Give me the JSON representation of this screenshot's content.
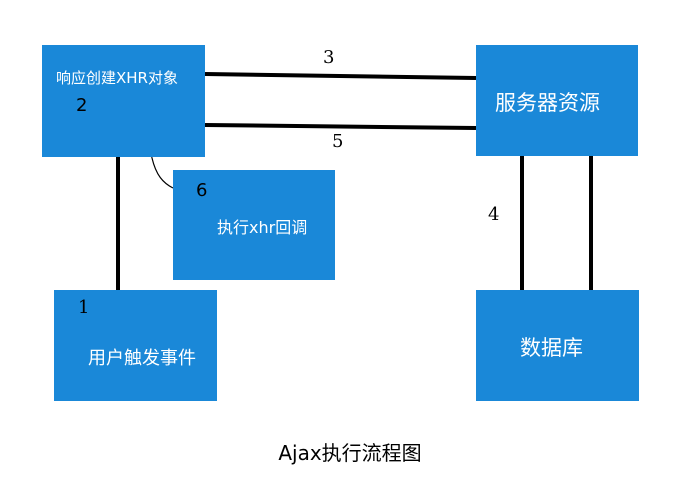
{
  "colors": {
    "box_fill": "#1a88d8",
    "box_text": "#ffffff",
    "line": "#000000"
  },
  "nodes": {
    "xhr": {
      "label": "响应创建XHR对象",
      "step": "2"
    },
    "server": {
      "label": "服务器资源"
    },
    "callback": {
      "label": "执行xhr回调",
      "step": "6"
    },
    "trigger": {
      "label": "用户触发事件",
      "step": "1"
    },
    "database": {
      "label": "数据库"
    }
  },
  "edges": {
    "request": {
      "step": "3"
    },
    "response": {
      "step": "5"
    },
    "db_link": {
      "step": "4"
    }
  },
  "caption": "Ajax执行流程图"
}
